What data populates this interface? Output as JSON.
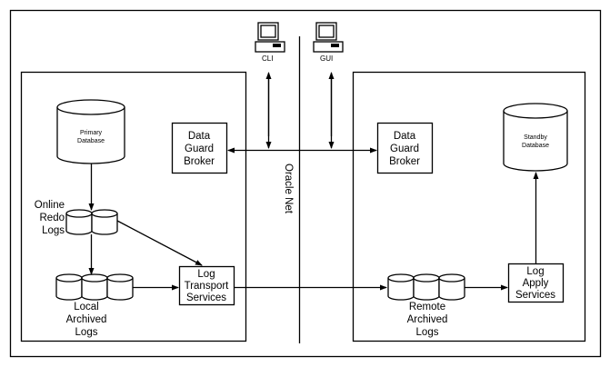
{
  "diagram": {
    "title": "Oracle Data Guard Architecture",
    "network_label": "Oracle Net",
    "clients": {
      "cli": {
        "label": "CLI",
        "icon": "computer-icon"
      },
      "gui": {
        "label": "GUI",
        "icon": "computer-icon"
      }
    },
    "primary_site": {
      "database": {
        "line1": "Primary",
        "line2": "Database"
      },
      "online_redo_logs": {
        "line1": "Online",
        "line2": "Redo",
        "line3": "Logs"
      },
      "local_archived_logs": {
        "line1": "Local",
        "line2": "Archived",
        "line3": "Logs"
      },
      "broker": {
        "line1": "Data",
        "line2": "Guard",
        "line3": "Broker"
      },
      "log_transport": {
        "line1": "Log",
        "line2": "Transport",
        "line3": "Services"
      }
    },
    "standby_site": {
      "database": {
        "line1": "Standby",
        "line2": "Database"
      },
      "remote_archived_logs": {
        "line1": "Remote",
        "line2": "Archived",
        "line3": "Logs"
      },
      "broker": {
        "line1": "Data",
        "line2": "Guard",
        "line3": "Broker"
      },
      "log_apply": {
        "line1": "Log",
        "line2": "Apply",
        "line3": "Services"
      }
    }
  }
}
